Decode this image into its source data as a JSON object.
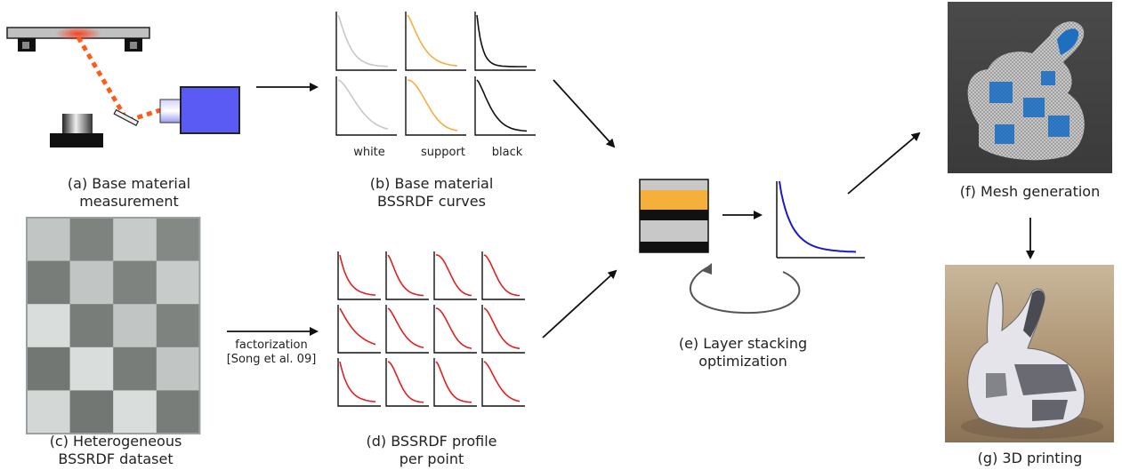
{
  "figure": {
    "panel_a": {
      "caption_line1": "(a) Base material",
      "caption_line2": "measurement"
    },
    "panel_b": {
      "caption_line1": "(b) Base material",
      "caption_line2": "BSSRDF curves",
      "labels": [
        "white",
        "support",
        "black"
      ],
      "curve_colors": [
        "#c8c8c8",
        "#f5b03c",
        "#111111"
      ]
    },
    "panel_c": {
      "caption_line1": "(c) Heterogeneous",
      "caption_line2": "BSSRDF dataset"
    },
    "factorization": {
      "line1": "factorization",
      "line2": "[Song et al. 09]"
    },
    "panel_d": {
      "caption_line1": "(d) BSSRDF profile",
      "caption_line2": "per point",
      "curve_color": "#e02020"
    },
    "panel_e": {
      "caption_line1": "(e) Layer stacking",
      "caption_line2": "optimization",
      "layer_colors": [
        "#c8c8c8",
        "#f5b03c",
        "#111111",
        "#c8c8c8",
        "#111111"
      ],
      "curve_color": "#1a1acc"
    },
    "panel_f": {
      "caption": "(f) Mesh generation",
      "icon": "bunny-mesh-icon"
    },
    "panel_g": {
      "caption": "(g) 3D printing",
      "icon": "printed-bunny-icon"
    },
    "colors": {
      "laser": "#ff5a1a",
      "camera": "#5050f0",
      "bunny_blue": "#1f6fc0"
    }
  }
}
